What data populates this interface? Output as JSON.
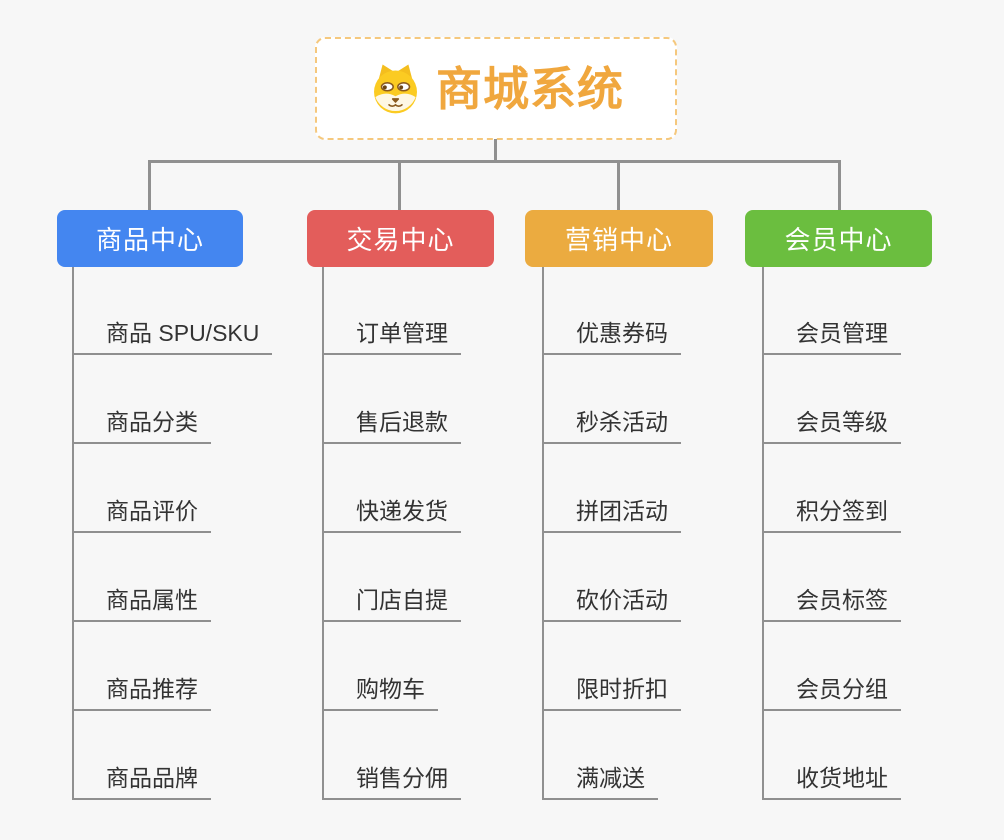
{
  "app": {
    "background_color": "#f7f7f7",
    "connector_color": "#909090"
  },
  "root": {
    "title": "商城系统",
    "icon": "shiba-dog-icon",
    "text_color": "#f0a73e",
    "border_color": "#f5c87d"
  },
  "branches": [
    {
      "label": "商品中心",
      "color": "#4486f0",
      "items": [
        "商品 SPU/SKU",
        "商品分类",
        "商品评价",
        "商品属性",
        "商品推荐",
        "商品品牌"
      ]
    },
    {
      "label": "交易中心",
      "color": "#e35d5b",
      "items": [
        "订单管理",
        "售后退款",
        "快递发货",
        "门店自提",
        "购物车",
        "销售分佣"
      ]
    },
    {
      "label": "营销中心",
      "color": "#ebab40",
      "items": [
        "优惠券码",
        "秒杀活动",
        "拼团活动",
        "砍价活动",
        "限时折扣",
        "满减送"
      ]
    },
    {
      "label": "会员中心",
      "color": "#6bbe3f",
      "items": [
        "会员管理",
        "会员等级",
        "积分签到",
        "会员标签",
        "会员分组",
        "收货地址"
      ]
    }
  ]
}
